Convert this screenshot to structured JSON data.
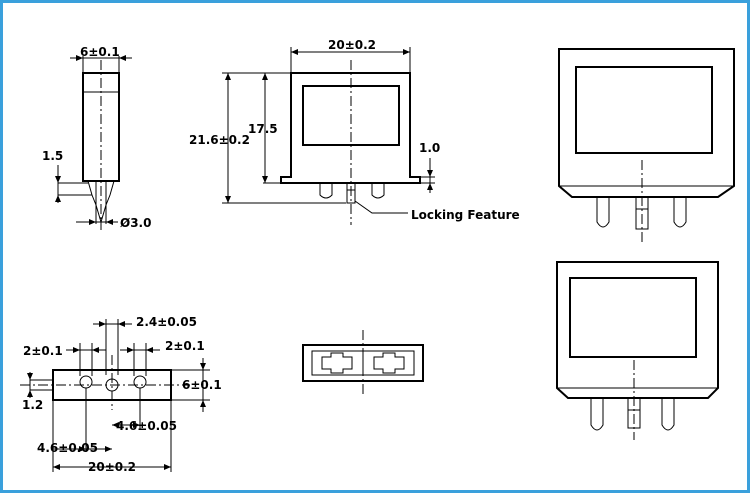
{
  "figure": {
    "border_color": "#3aa0dc",
    "line_color": "#000000"
  },
  "dimensions": {
    "side_width": "6±0.1",
    "side_pin_height": "1.5",
    "side_pin_dia": "Ø3.0",
    "front_width": "20±0.2",
    "front_total_height": "21.6±0.2",
    "front_body_height": "17.5",
    "front_ledge": "1.0",
    "locking_feature": "Locking Feature",
    "bottom_pitch": "2.4±0.05",
    "bottom_left_offset": "2±0.1",
    "bottom_right_offset": "2±0.1",
    "bottom_depth": "6±0.1",
    "bottom_small": "1.2",
    "bottom_right_pin": "4.6±0.05",
    "bottom_left_pin": "4.6±0.05",
    "bottom_width": "20±0.2"
  }
}
